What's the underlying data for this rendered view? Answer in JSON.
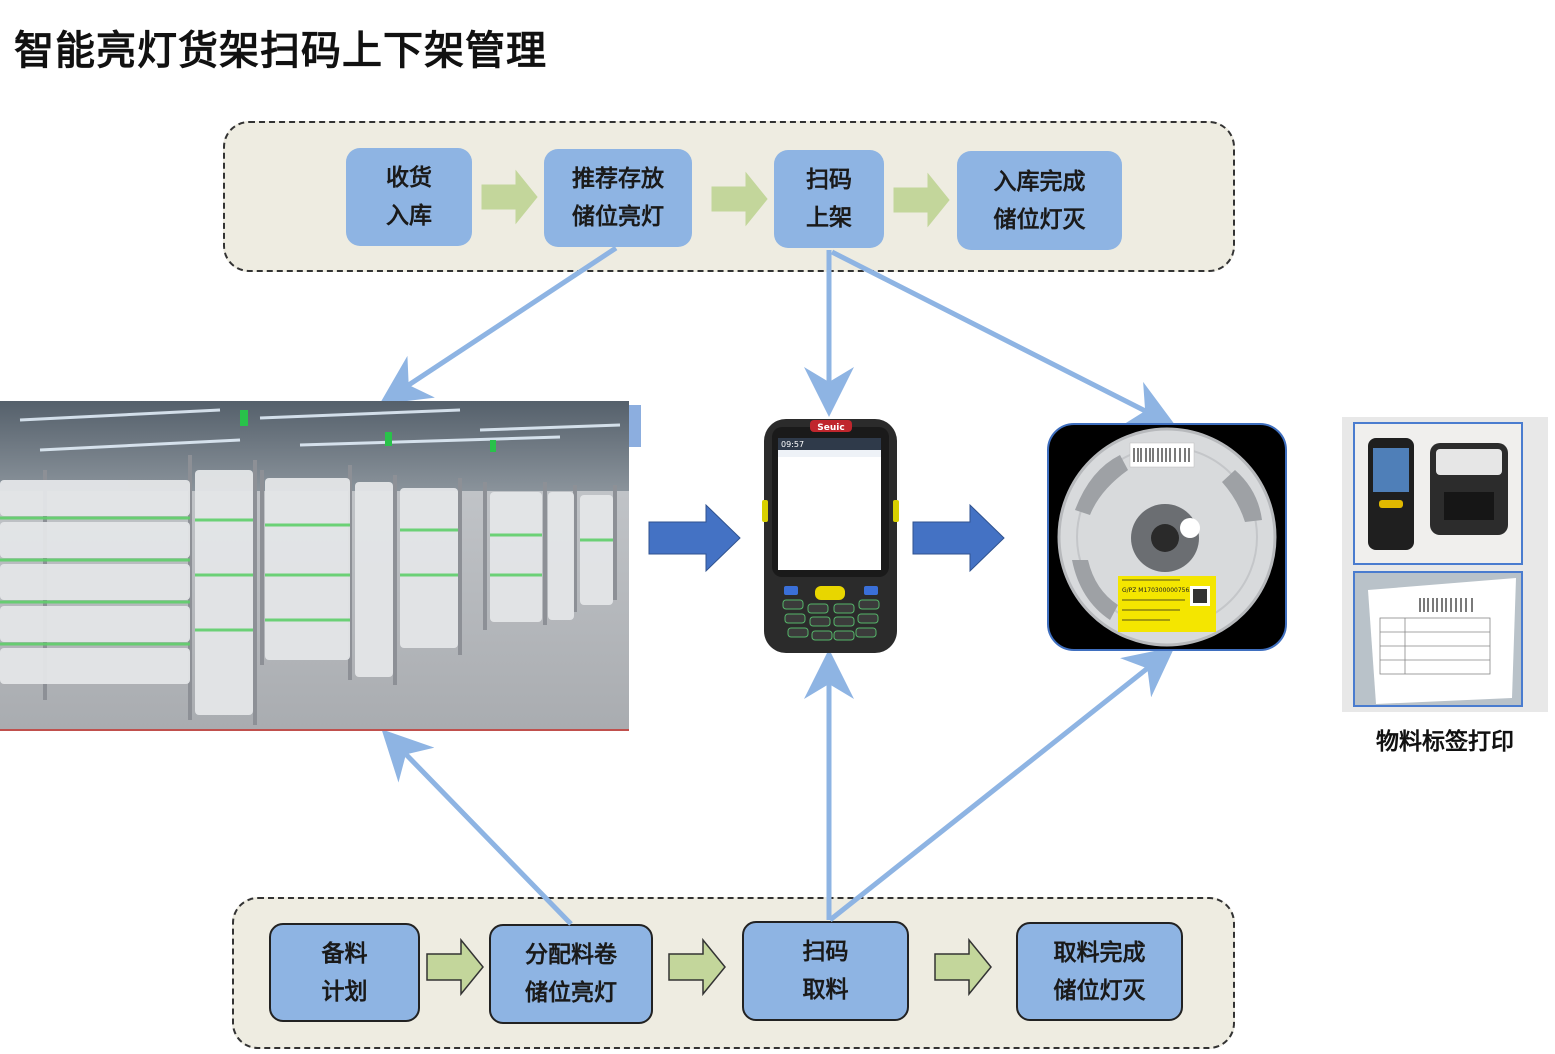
{
  "title": "智能亮灯货架扫码上下架管理",
  "inbound": {
    "steps": [
      {
        "line1": "收货",
        "line2": "入库"
      },
      {
        "line1": "推荐存放",
        "line2": "储位亮灯"
      },
      {
        "line1": "扫码",
        "line2": "上架"
      },
      {
        "line1": "入库完成",
        "line2": "储位灯灭"
      }
    ]
  },
  "outbound": {
    "steps": [
      {
        "line1": "备料",
        "line2": "计划"
      },
      {
        "line1": "分配料卷",
        "line2": "储位亮灯"
      },
      {
        "line1": "扫码",
        "line2": "取料"
      },
      {
        "line1": "取料完成",
        "line2": "储位灯灭"
      }
    ]
  },
  "device": {
    "brand": "Seuic",
    "clock": "09:57"
  },
  "reel": {
    "label_code": "G/PZ M1703000007563"
  },
  "label_print": {
    "caption": "物料标签打印"
  },
  "colors": {
    "step_fill": "#8eb4e3",
    "panel_fill": "#eeece1",
    "flow_arrow": "#c3d69b",
    "link_arrow": "#8eb4e3",
    "big_arrow": "#4472c4"
  }
}
